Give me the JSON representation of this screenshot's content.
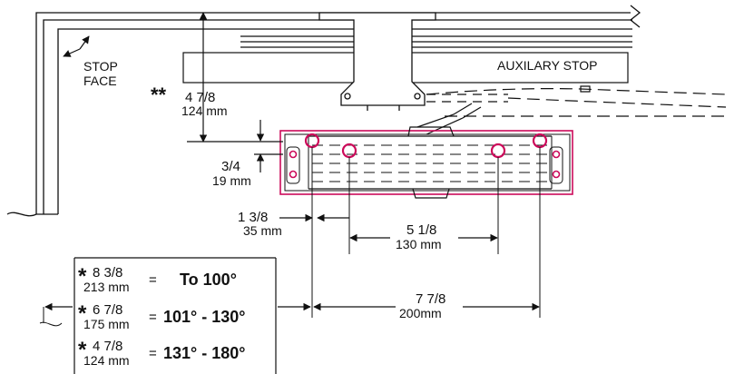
{
  "labels": {
    "stop_face_1": "STOP",
    "stop_face_2": "FACE",
    "auxiliary_stop": "AUXILARY STOP",
    "double_star": "**",
    "single_star": "*",
    "dim_top_in": "4 7/8",
    "dim_top_mm": "124 mm",
    "dim_left_in": "3/4",
    "dim_left_mm": "19 mm",
    "dim_a_in": "1 3/8",
    "dim_a_mm": "35 mm",
    "dim_b_in": "5 1/8",
    "dim_b_mm": "130 mm",
    "dim_c_in": "7 7/8",
    "dim_c_mm": "200mm"
  },
  "table": {
    "rows": [
      {
        "inches": "8 3/8",
        "mm": "213 mm",
        "eq": "=",
        "range": "To 100°"
      },
      {
        "inches": "6 7/8",
        "mm": "175 mm",
        "eq": "=",
        "range": "101° - 130°"
      },
      {
        "inches": "4 7/8",
        "mm": "124 mm",
        "eq": "=",
        "range": "131° - 180°"
      }
    ]
  },
  "colors": {
    "line": "#111111",
    "highlight": "#cc0a5a"
  }
}
